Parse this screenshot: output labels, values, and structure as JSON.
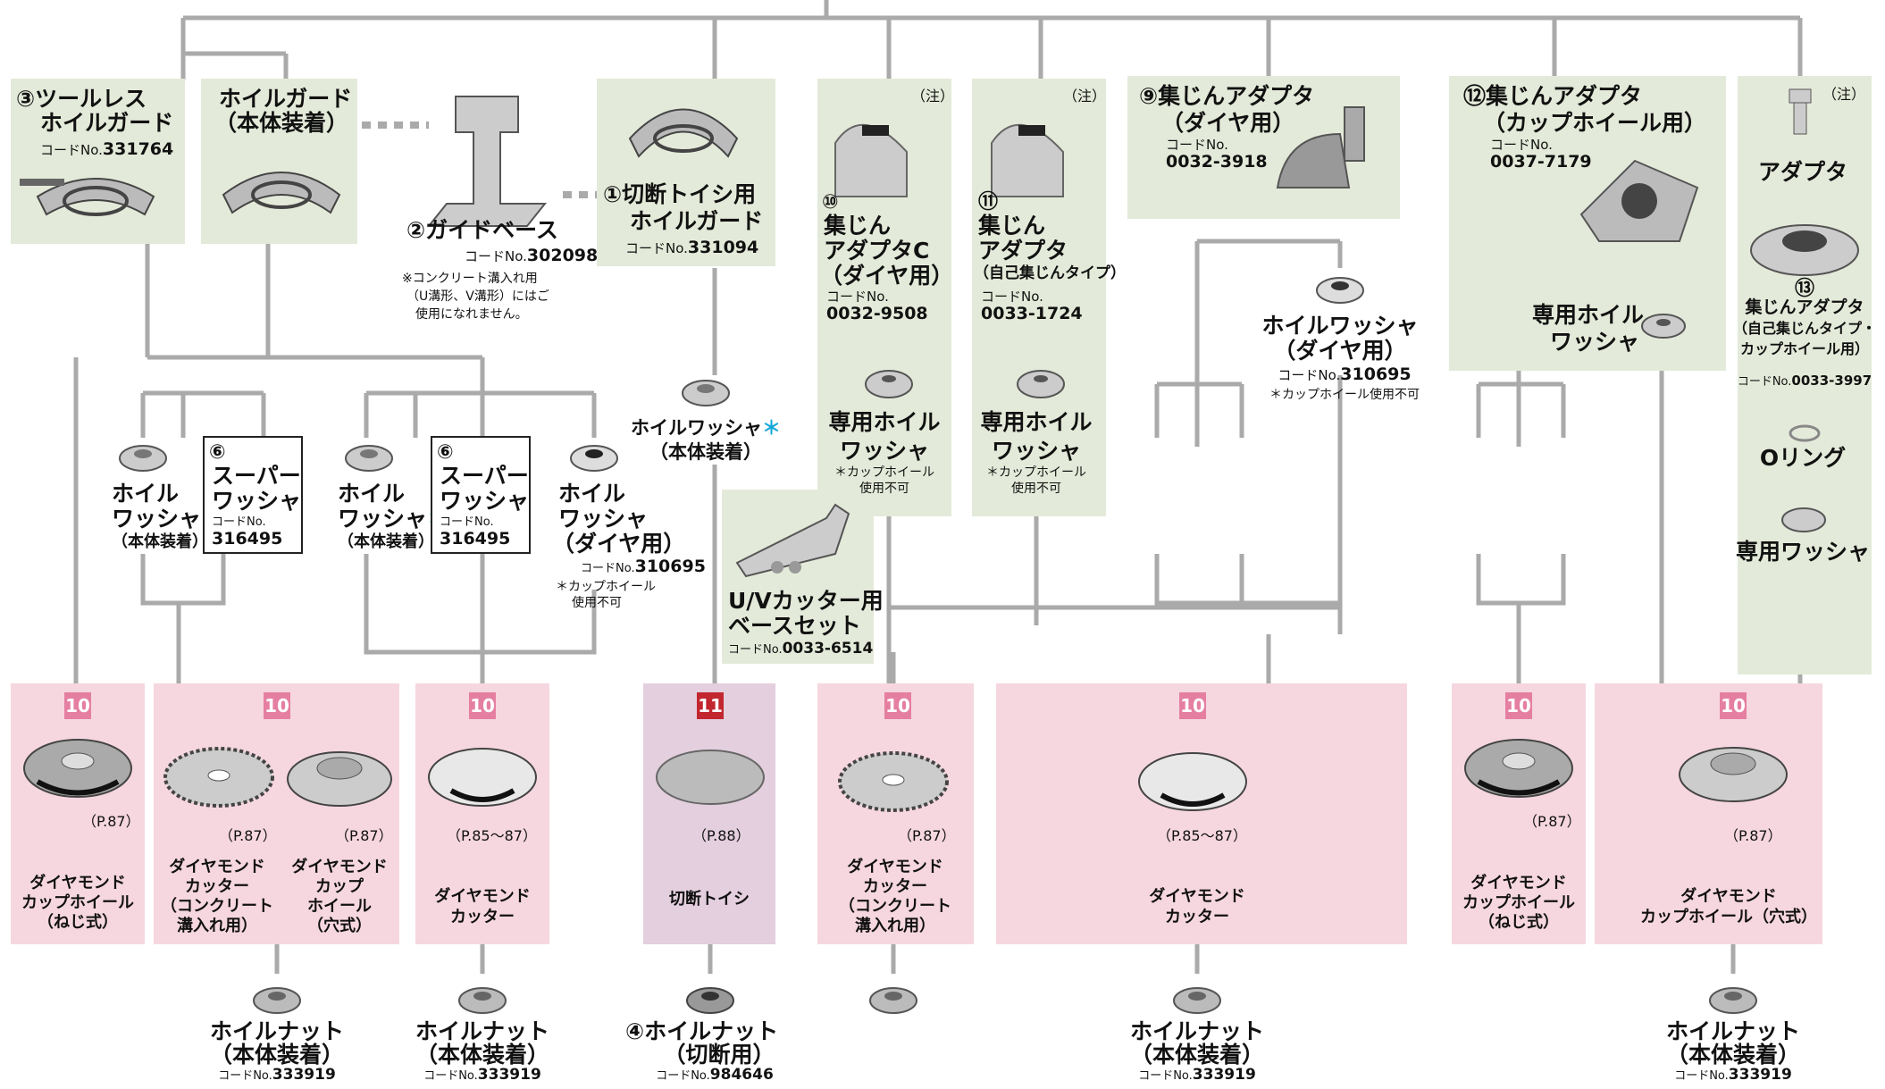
{
  "colors": {
    "green": "#e4ead9",
    "pink": "#f6d7df",
    "pink_dark": "#e3cfdd",
    "badge_pink": "#e57fa1",
    "badge_red": "#c2262e",
    "line": "#aaaaaa",
    "star": "#14a8d8"
  },
  "guards": {
    "toolless": {
      "num": "③",
      "l1": "ツールレス",
      "l2": "ホイルガード",
      "code_prefix": "コードNo.",
      "code": "331764"
    },
    "std": {
      "l1": "ホイルガード",
      "l2": "（本体装着）"
    },
    "guide": {
      "num": "②",
      "label": "ガイドベース",
      "code_prefix": "コードNo.",
      "code": "302098",
      "note1": "※コンクリート溝入れ用",
      "note2": "（U溝形、V溝形）にはご",
      "note3": "使用になれません。"
    },
    "cut": {
      "num": "①",
      "l1": "切断トイシ用",
      "l2": "ホイルガード",
      "code_prefix": "コードNo.",
      "code": "331094"
    }
  },
  "dust_c": {
    "note": "（注）",
    "num": "⑩",
    "l1": "集じん",
    "l2": "アダプタC",
    "l3": "（ダイヤ用）",
    "code_prefix": "コードNo.",
    "code": "0032-9508",
    "w1": "専用ホイル",
    "w2": "ワッシャ",
    "n1": "＊カップホイール",
    "n2": "使用不可"
  },
  "dust_self": {
    "note": "（注）",
    "num": "⑪",
    "l1": "集じん",
    "l2": "アダプタ",
    "l3": "（自己集じんタイプ）",
    "code_prefix": "コードNo.",
    "code": "0033-1724",
    "w1": "専用ホイル",
    "w2": "ワッシャ",
    "n1": "＊カップホイール",
    "n2": "使用不可"
  },
  "dust_dia": {
    "num": "⑨",
    "l1": "集じんアダプタ",
    "l2": "（ダイヤ用）",
    "code_prefix": "コードNo.",
    "code": "0032-3918",
    "w1": "ホイルワッシャ",
    "w2": "（ダイヤ用）",
    "wcode_prefix": "コードNo.",
    "wcode": "310695",
    "wnote": "＊カップホイール使用不可"
  },
  "dust_cup": {
    "num": "⑫",
    "l1": "集じんアダプタ",
    "l2": "（カップホイール用）",
    "code_prefix": "コードNo.",
    "code": "0037-7179",
    "w1": "専用ホイル",
    "w2": "ワッシャ"
  },
  "right_col": {
    "note": "（注）",
    "adapter": "アダプタ",
    "num": "⑬",
    "d1": "集じんアダプタ",
    "d2": "（自己集じんタイプ・",
    "d3": "カップホイール用）",
    "code_prefix": "コードNo.",
    "code": "0033-3997",
    "oring": "Oリング",
    "washer": "専用ワッシャ"
  },
  "washers": {
    "hw1": "ホイル",
    "hw2": "ワッシャ",
    "star": "＊",
    "hw3": "（本体装着）",
    "sw_num": "⑥",
    "sw1": "スーパー",
    "sw2": "ワッシャ",
    "sw_code_prefix": "コードNo.",
    "sw_code": "316495",
    "dia1": "ホイル",
    "dia2": "ワッシャ",
    "dia3": "（ダイヤ用）",
    "dia_code_prefix": "コードNo.",
    "dia_code": "310695",
    "dia_n1": "＊カップホイール",
    "dia_n2": "使用不可",
    "center1": "ホイルワッシャ",
    "center2": "（本体装着）"
  },
  "uv": {
    "l1": "U/Vカッター用",
    "l2": "ベースセット",
    "code_prefix": "コードNo.",
    "code": "0033-6514"
  },
  "wheels": [
    {
      "badge": "10",
      "page": "（P.87）",
      "l1": "ダイヤモンド",
      "l2": "カップホイール",
      "l3": "（ねじ式）"
    },
    {
      "badge": "10",
      "page": "（P.87）",
      "l1": "ダイヤモンド",
      "l2": "カッター",
      "l3": "（コンクリート",
      "l4": "溝入れ用）"
    },
    {
      "page": "（P.87）",
      "l1": "ダイヤモンド",
      "l2": "カップ",
      "l3": "ホイール",
      "l4": "（穴式）"
    },
    {
      "badge": "10",
      "page": "（P.85～87）",
      "l1": "ダイヤモンド",
      "l2": "カッター"
    },
    {
      "badge": "11",
      "page": "（P.88）",
      "l1": "切断トイシ"
    },
    {
      "badge": "10",
      "page": "（P.87）",
      "l1": "ダイヤモンド",
      "l2": "カッター",
      "l3": "（コンクリート",
      "l4": "溝入れ用）"
    },
    {
      "badge": "10",
      "page": "（P.85～87）",
      "l1": "ダイヤモンド",
      "l2": "カッター"
    },
    {
      "badge": "10",
      "page": "（P.87）",
      "l1": "ダイヤモンド",
      "l2": "カップホイール",
      "l3": "（ねじ式）"
    },
    {
      "badge": "10",
      "page": "（P.87）",
      "l1": "ダイヤモンド",
      "l2": "カップホイール（穴式）"
    }
  ],
  "nuts": {
    "std1": "ホイルナット",
    "std2": "（本体装着）",
    "std_code_prefix": "コードNo.",
    "std_code": "333919",
    "cut_num": "④",
    "cut1": "ホイルナット",
    "cut2": "（切断用）",
    "cut_code_prefix": "コードNo.",
    "cut_code": "984646"
  }
}
